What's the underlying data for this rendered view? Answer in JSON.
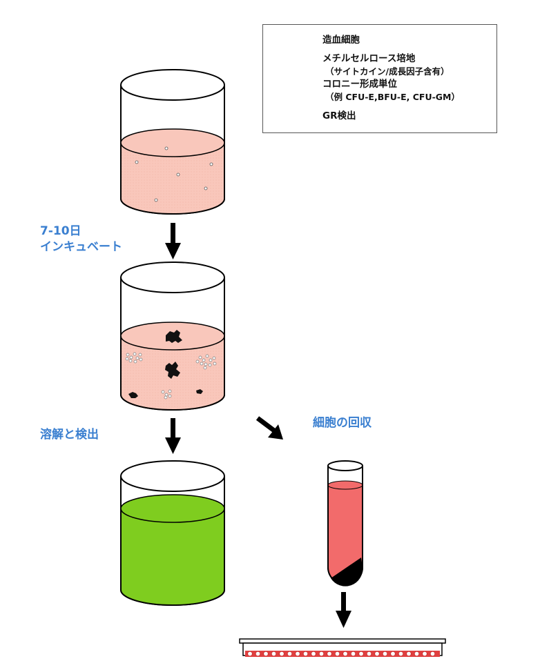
{
  "legend": {
    "items": [
      {
        "label": "造血細胞",
        "icon": "open-circle-icon"
      },
      {
        "label": "メチルセルロース培地",
        "sub": "（サイトカイン/成長因子含有）",
        "icon": "pink-square-icon",
        "color": "#f9c7bb"
      },
      {
        "label": "コロニー形成単位",
        "sub": "（例 CFU-E,BFU-E, CFU-GM）",
        "icon": "colony-cluster-icon"
      },
      {
        "label": "GR検出",
        "icon": "green-square-icon",
        "color": "#7fcd1f"
      }
    ]
  },
  "steps": {
    "incubation_days": "7-10日",
    "incubation_label": "インキュベート",
    "lysis_label": "溶解と検出",
    "harvest_label": "細胞の回収"
  },
  "colors": {
    "medium": "#f9c7bb",
    "detection": "#7fcd1f",
    "tube_fill": "#f26b6b",
    "label_blue": "#3a7fd0"
  }
}
